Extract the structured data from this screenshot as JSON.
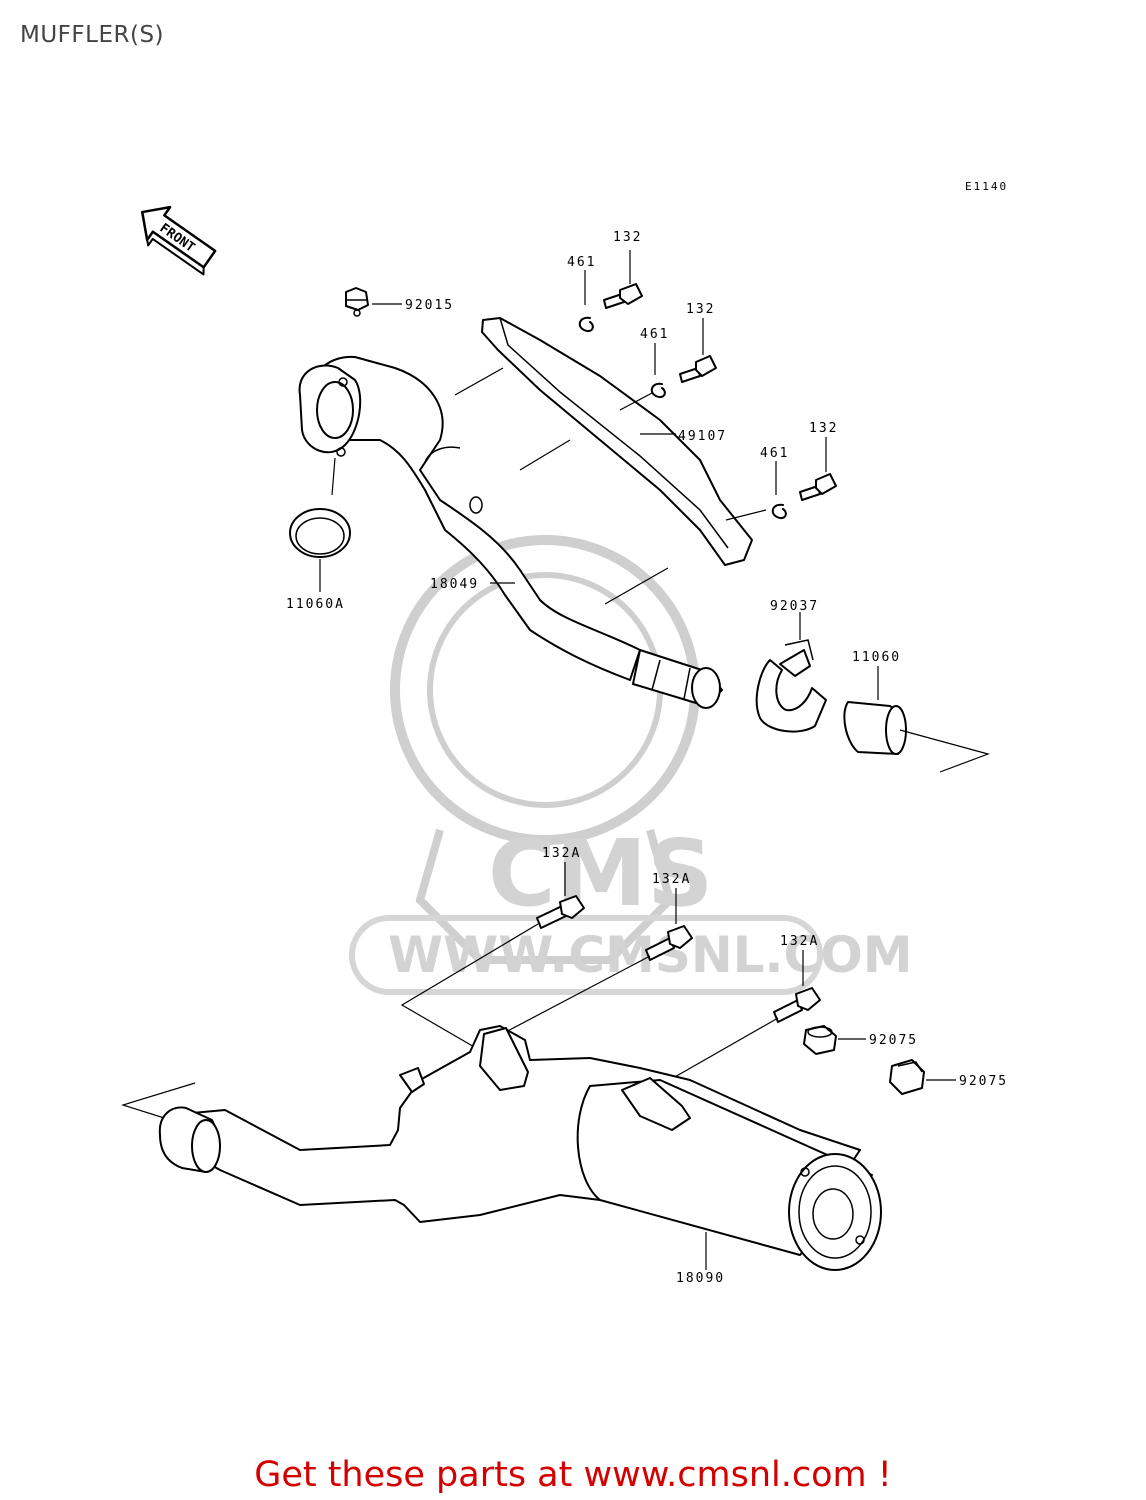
{
  "title": "MUFFLER(S)",
  "diagram_code": "E1140",
  "front_label": "FRONT",
  "watermark": {
    "logo": "CMS",
    "url": "WWW.CMSNL.COM"
  },
  "callouts": {
    "c92015": "92015",
    "c461a": "461",
    "c132a": "132",
    "c461b": "461",
    "c132b": "132",
    "c49107": "49107",
    "c461c": "461",
    "c132c": "132",
    "c11060A": "11060A",
    "c18049": "18049",
    "c92037": "92037",
    "c11060": "11060",
    "c132A1": "132A",
    "c132A2": "132A",
    "c132A3": "132A",
    "c92075a": "92075",
    "c92075b": "92075",
    "c18090": "18090"
  },
  "footer": "Get these parts at www.cmsnl.com !"
}
